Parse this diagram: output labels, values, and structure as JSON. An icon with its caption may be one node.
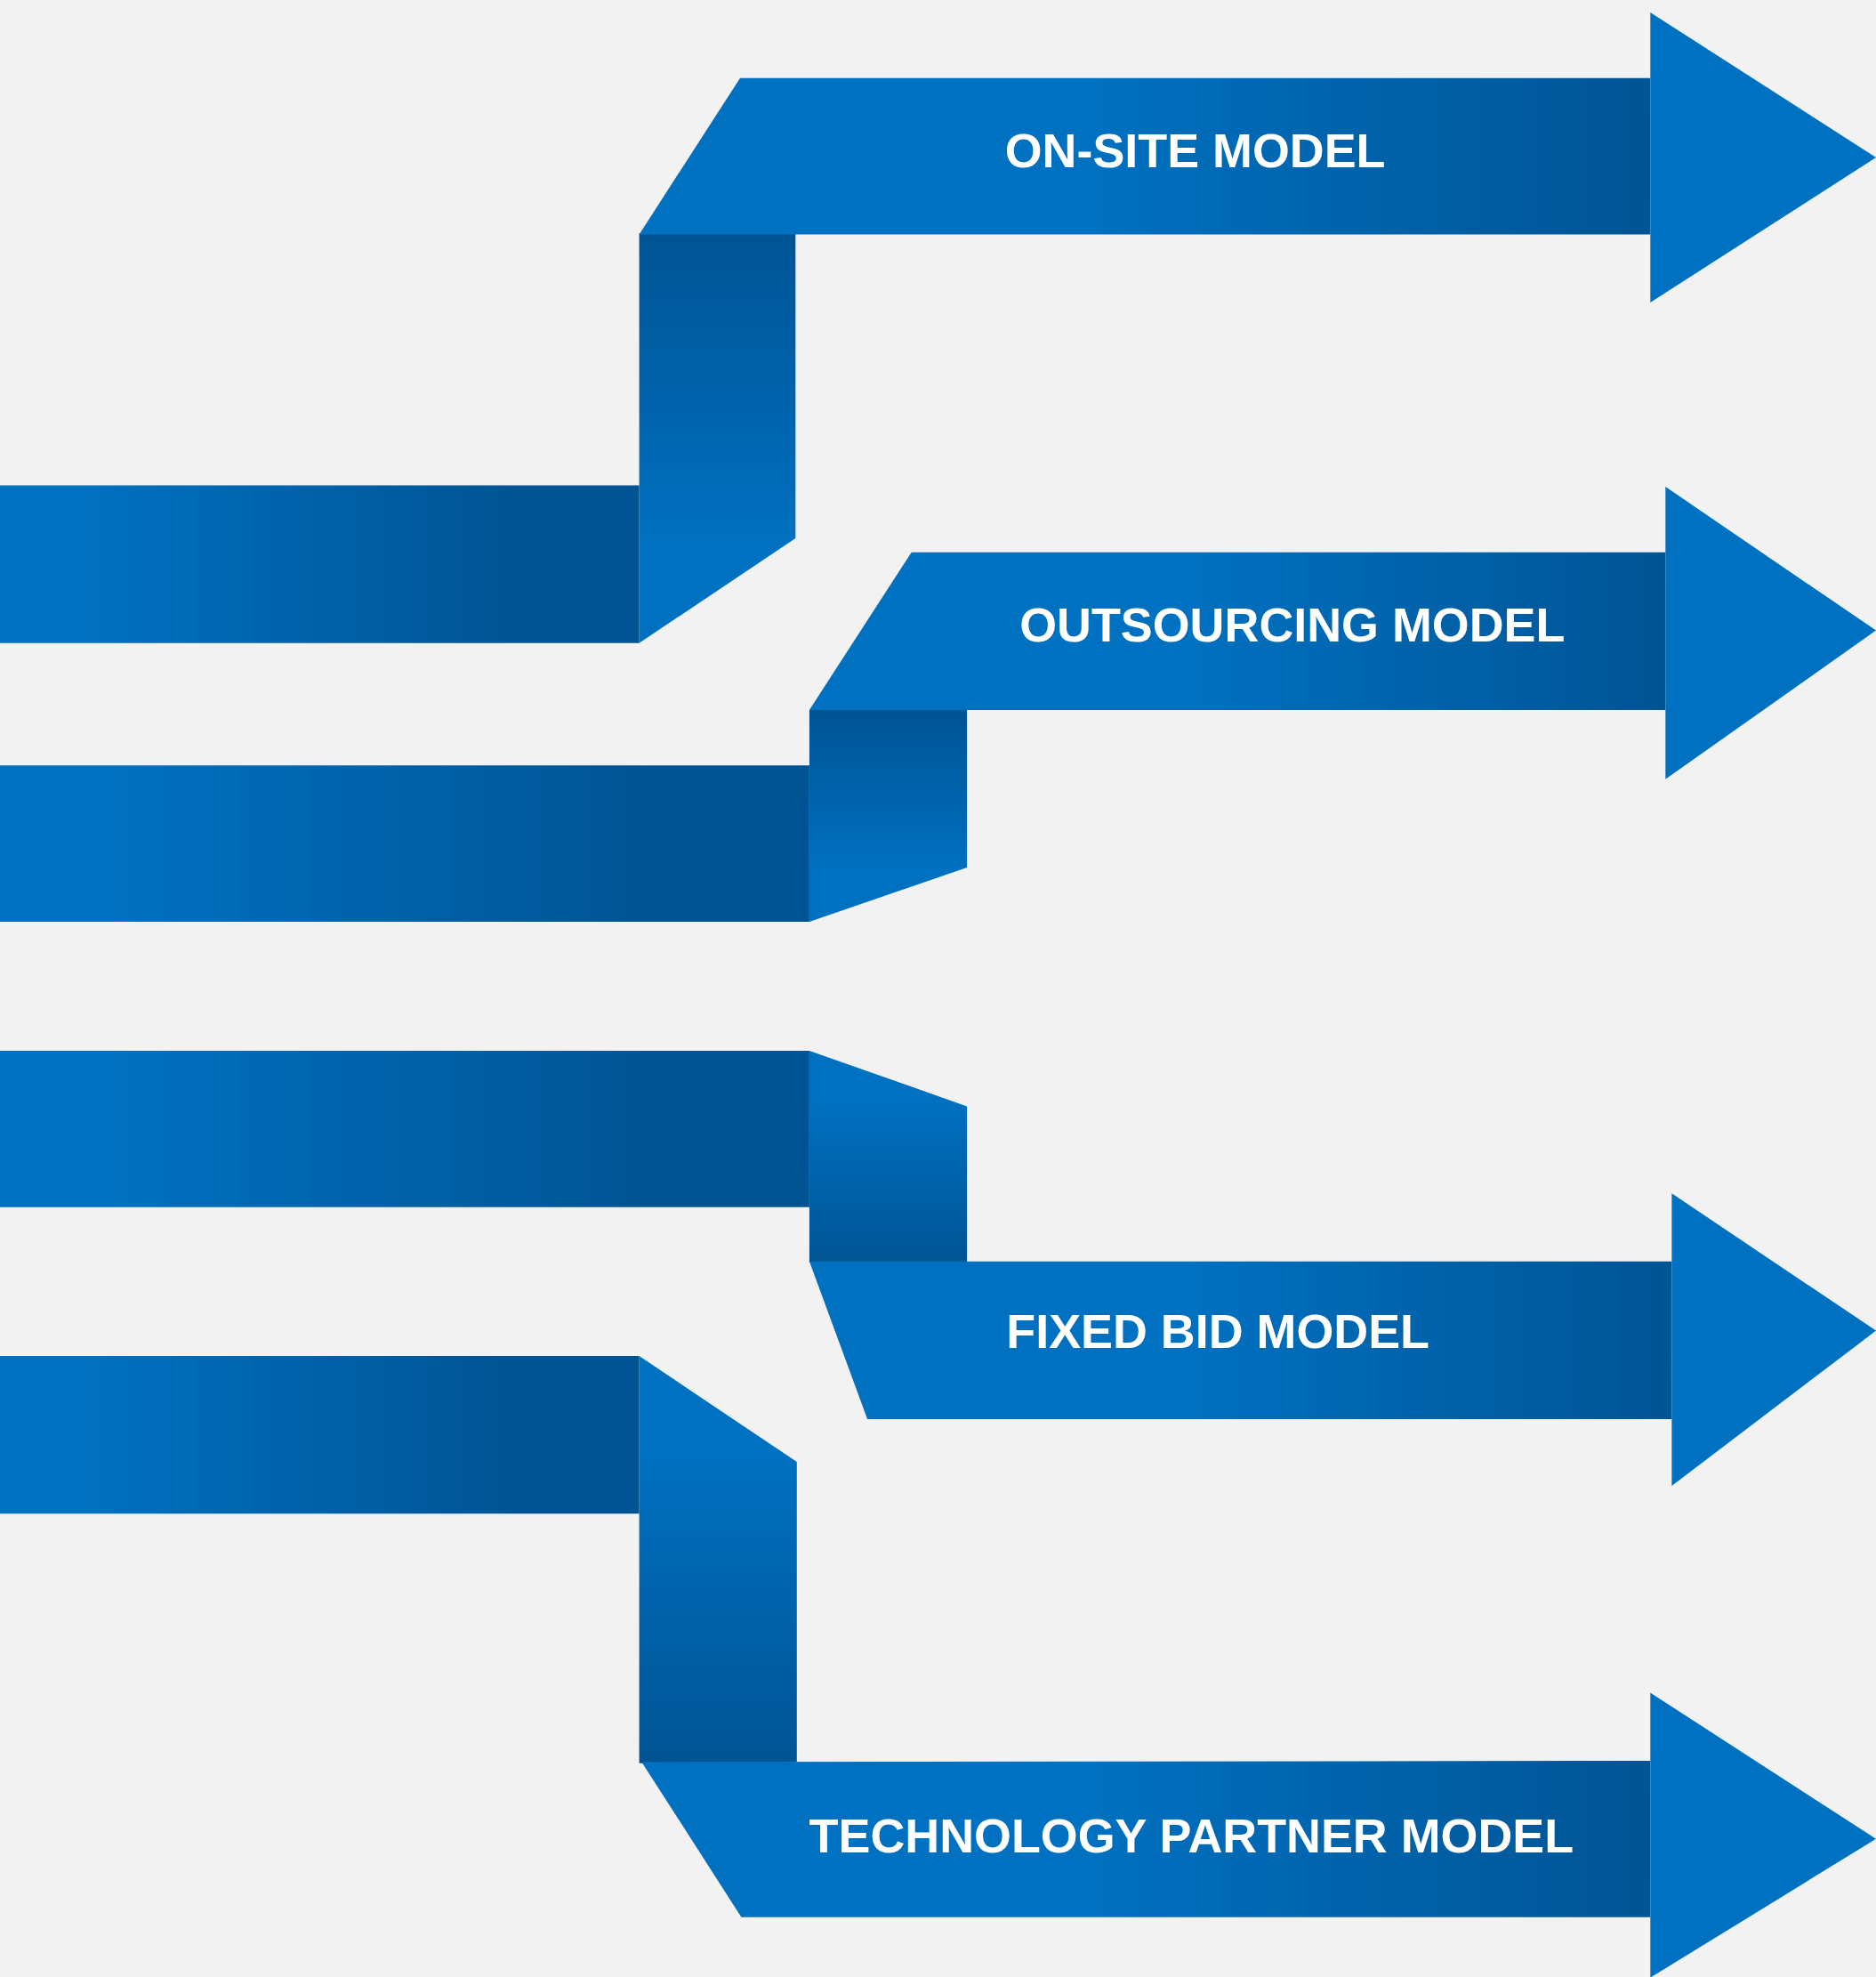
{
  "diagram": {
    "nodes": [
      {
        "text": [
          "ON-SITE MODEL"
        ]
      },
      {
        "text": [
          "OUTSOURCING MODEL"
        ]
      },
      {
        "text": [
          "FIXED BID MODEL"
        ]
      },
      {
        "text": [
          "TECHNOLOGY PARTNER MODEL"
        ]
      }
    ]
  }
}
